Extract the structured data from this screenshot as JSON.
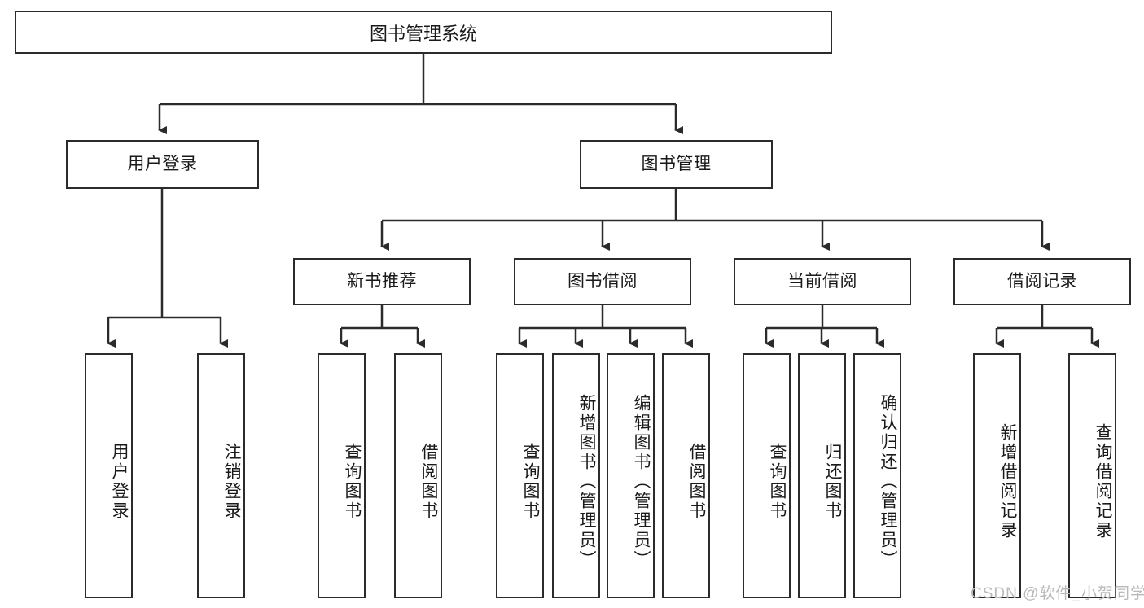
{
  "diagram": {
    "type": "tree-hierarchy",
    "title": "图书管理系统",
    "watermark": "CSDN @软件_小贺同学",
    "colors": {
      "box_border": "#2b2b2b",
      "box_fill": "#ffffff",
      "connector": "#2b2b2b",
      "background": "#ffffff",
      "watermark": "#b9b9b9"
    },
    "levels": {
      "root": {
        "label": "图书管理系统"
      },
      "level2": [
        {
          "label": "用户登录"
        },
        {
          "label": "图书管理"
        }
      ],
      "level3": [
        {
          "label": "新书推荐"
        },
        {
          "label": "图书借阅"
        },
        {
          "label": "当前借阅"
        },
        {
          "label": "借阅记录"
        }
      ],
      "leaves": [
        {
          "label": "用户登录",
          "parent": "用户登录"
        },
        {
          "label": "注销登录",
          "parent": "用户登录"
        },
        {
          "label": "查询图书",
          "parent": "新书推荐"
        },
        {
          "label": "借阅图书",
          "parent": "新书推荐"
        },
        {
          "label": "查询图书",
          "parent": "图书借阅"
        },
        {
          "label": "新增图书（管理员）",
          "parent": "图书借阅"
        },
        {
          "label": "编辑图书（管理员）",
          "parent": "图书借阅"
        },
        {
          "label": "借阅图书",
          "parent": "图书借阅"
        },
        {
          "label": "查询图书",
          "parent": "当前借阅"
        },
        {
          "label": "归还图书",
          "parent": "当前借阅"
        },
        {
          "label": "确认归还（管理员）",
          "parent": "当前借阅"
        },
        {
          "label": "新增借阅记录",
          "parent": "借阅记录"
        },
        {
          "label": "查询借阅记录",
          "parent": "借阅记录"
        }
      ]
    }
  }
}
